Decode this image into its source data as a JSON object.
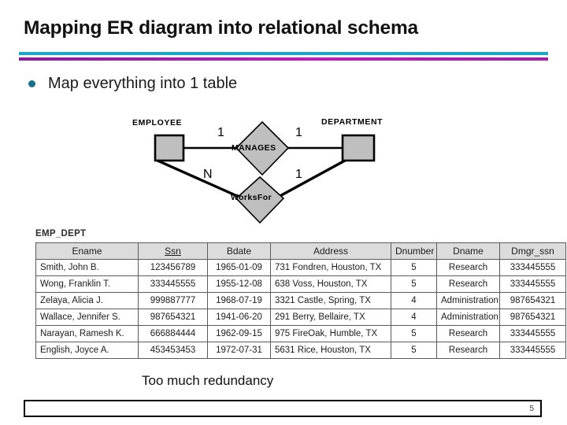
{
  "slide": {
    "title": "Mapping ER diagram into relational schema",
    "divider_colors": {
      "top": "#1BA6C4",
      "bottom": "#A81CA8"
    },
    "bullet": {
      "icon": "bullet-dot",
      "color": "#1B6E8C",
      "text": "Map everything into 1 table"
    },
    "footnote": "Too much redundancy",
    "page_number": "5"
  },
  "er_diagram": {
    "entities": [
      {
        "name": "EMPLOYEE",
        "shape": "rectangle",
        "fill": "#BFBFBF"
      },
      {
        "name": "DEPARTMENT",
        "shape": "rectangle",
        "fill": "#BFBFBF"
      }
    ],
    "relationships": [
      {
        "name": "MANAGES",
        "shape": "diamond",
        "fill": "#BFBFBF"
      },
      {
        "name": "WorksFor",
        "shape": "diamond",
        "fill": "#BFBFBF"
      }
    ],
    "cardinalities": {
      "manages_left": "1",
      "manages_right": "1",
      "worksfor_left": "N",
      "worksfor_right": "1"
    }
  },
  "emp_dept": {
    "caption": "EMP_DEPT",
    "columns": [
      {
        "label": "Ename",
        "primary_key": false
      },
      {
        "label": "Ssn",
        "primary_key": true
      },
      {
        "label": "Bdate",
        "primary_key": false
      },
      {
        "label": "Address",
        "primary_key": false
      },
      {
        "label": "Dnumber",
        "primary_key": false
      },
      {
        "label": "Dname",
        "primary_key": false
      },
      {
        "label": "Dmgr_ssn",
        "primary_key": false
      }
    ],
    "rows": [
      [
        "Smith, John B.",
        "123456789",
        "1965-01-09",
        "731 Fondren, Houston, TX",
        "5",
        "Research",
        "333445555"
      ],
      [
        "Wong, Franklin T.",
        "333445555",
        "1955-12-08",
        "638 Voss, Houston, TX",
        "5",
        "Research",
        "333445555"
      ],
      [
        "Zelaya, Alicia J.",
        "999887777",
        "1968-07-19",
        "3321 Castle, Spring, TX",
        "4",
        "Administration",
        "987654321"
      ],
      [
        "Wallace, Jennifer S.",
        "987654321",
        "1941-06-20",
        "291 Berry, Bellaire, TX",
        "4",
        "Administration",
        "987654321"
      ],
      [
        "Narayan, Ramesh K.",
        "666884444",
        "1962-09-15",
        "975 FireOak, Humble, TX",
        "5",
        "Research",
        "333445555"
      ],
      [
        "English, Joyce A.",
        "453453453",
        "1972-07-31",
        "5631 Rice, Houston, TX",
        "5",
        "Research",
        "333445555"
      ]
    ]
  }
}
